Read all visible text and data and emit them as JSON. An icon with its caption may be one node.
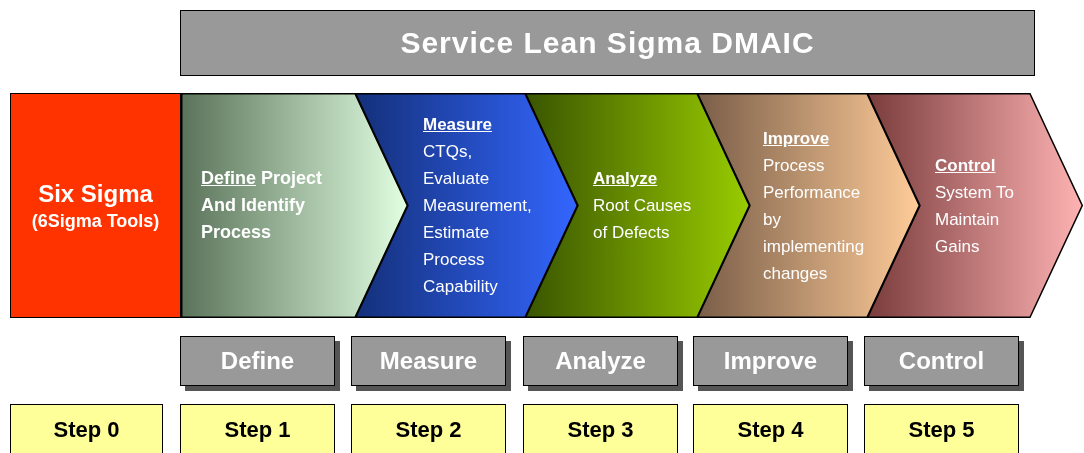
{
  "diagram": {
    "nodes": [
      {
        "text": [
          "Service Lean Sigma DMAIC"
        ]
      },
      {
        "text": [
          "Six Sigma",
          "(6Sigma Tools)"
        ]
      },
      {
        "text": [
          "Define",
          "Project And Identify Process"
        ]
      },
      {
        "text": [
          "Measure",
          "CTQs, Evaluate Measurement, Estimate Process Capability"
        ]
      },
      {
        "text": [
          "Analyze",
          "Root Causes of Defects"
        ]
      },
      {
        "text": [
          "Improve",
          "Process Performance by implementing changes"
        ]
      },
      {
        "text": [
          "Control",
          "System To Maintain Gains"
        ]
      },
      {
        "text": [
          "Define"
        ]
      },
      {
        "text": [
          "Measure"
        ]
      },
      {
        "text": [
          "Analyze"
        ]
      },
      {
        "text": [
          "Improve"
        ]
      },
      {
        "text": [
          "Control"
        ]
      },
      {
        "text": [
          "Step 0"
        ]
      },
      {
        "text": [
          "Step 1"
        ]
      },
      {
        "text": [
          "Step 2"
        ]
      },
      {
        "text": [
          "Step 3"
        ]
      },
      {
        "text": [
          "Step 4"
        ]
      },
      {
        "text": [
          "Step 5"
        ]
      }
    ],
    "edges": []
  }
}
